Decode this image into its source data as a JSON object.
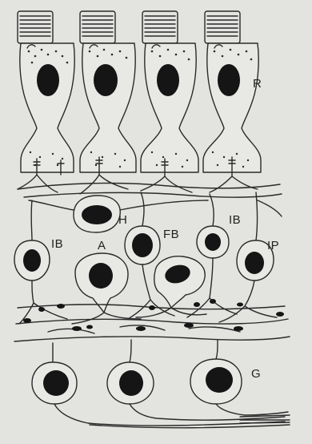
{
  "labels": {
    "R": "R",
    "H": "H",
    "A": "A",
    "FB": "FB",
    "IB_left": "IB",
    "IB_right": "IB",
    "IP": "IP",
    "G": "G"
  },
  "colors": {
    "paper": "#e3e3e0",
    "ink": "#2a2a2a",
    "nucleus": "#151515"
  }
}
